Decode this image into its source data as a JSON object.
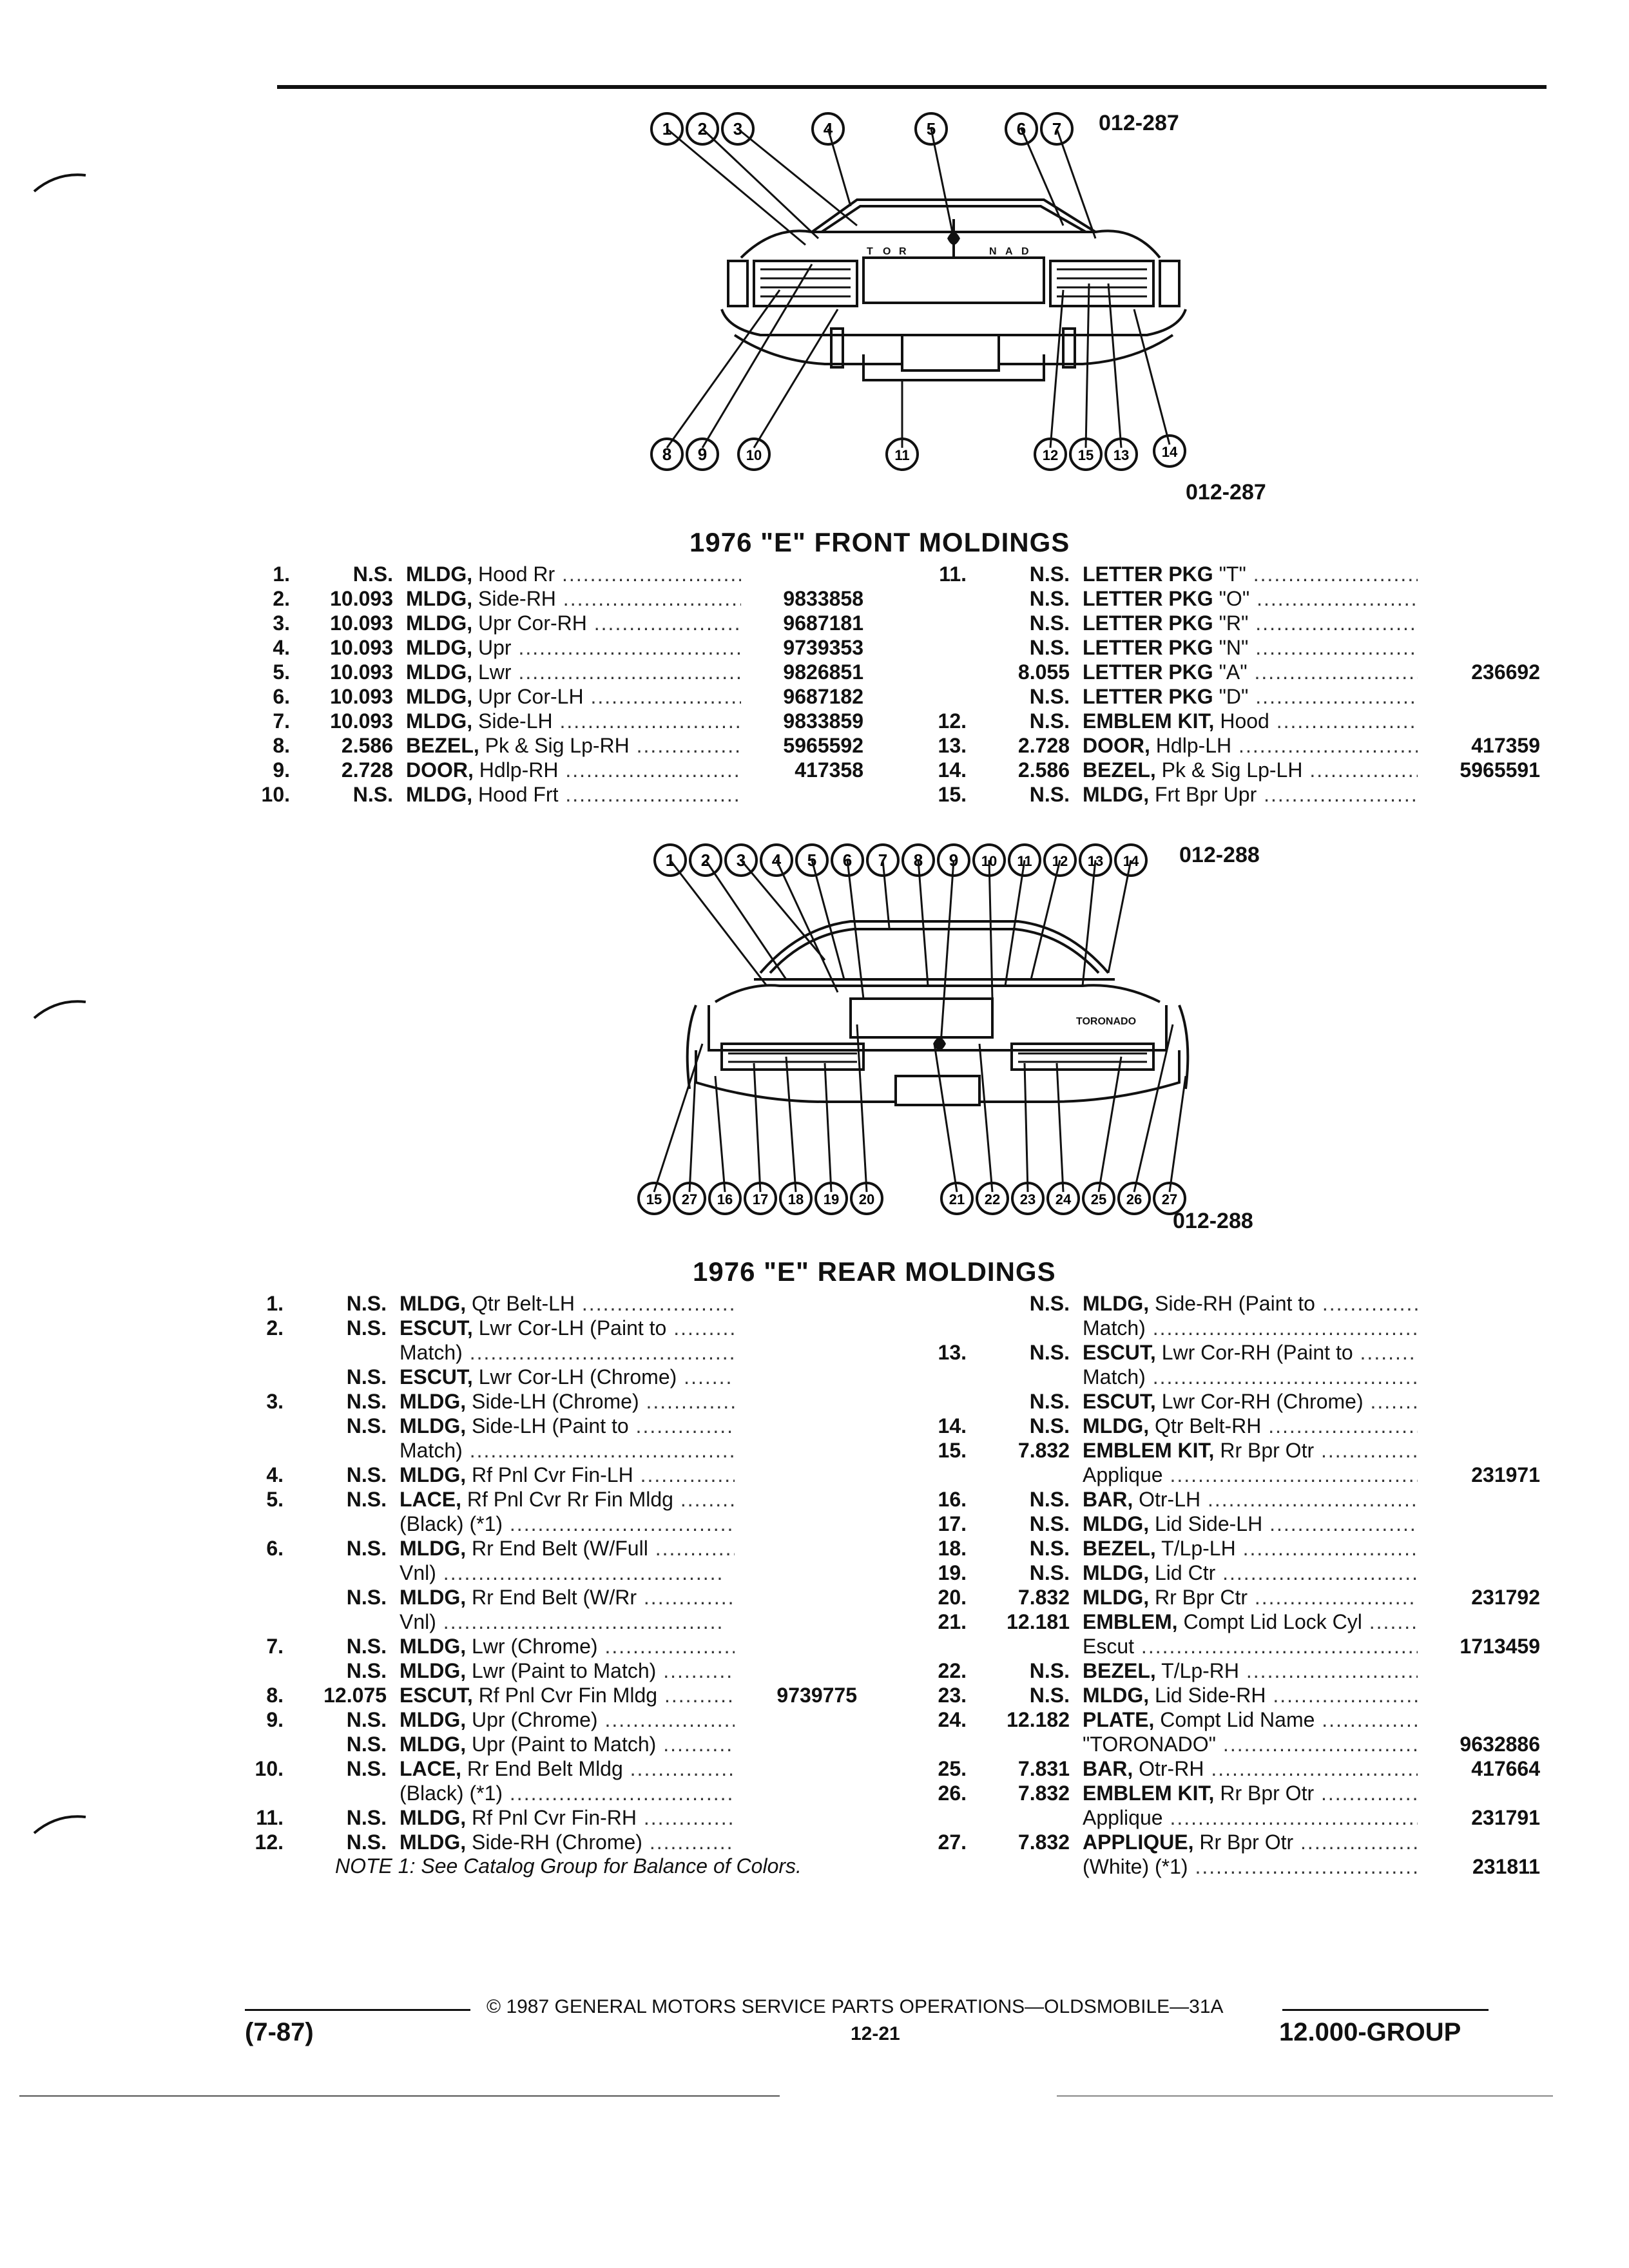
{
  "fig1": {
    "code": "012-287",
    "callouts_top": [
      "1",
      "2",
      "3",
      "4",
      "5",
      "6",
      "7"
    ],
    "callouts_bottom": [
      "8",
      "9",
      "10",
      "11",
      "12",
      "15",
      "13",
      "14"
    ],
    "bottom_code": "012-287"
  },
  "front": {
    "title": "1976 \"E\" FRONT MOLDINGS",
    "left": [
      {
        "num": "1.",
        "grp": "N.S.",
        "name": "MLDG,",
        "rest": "Hood Rr",
        "part": ""
      },
      {
        "num": "2.",
        "grp": "10.093",
        "name": "MLDG,",
        "rest": "Side-RH",
        "part": "9833858"
      },
      {
        "num": "3.",
        "grp": "10.093",
        "name": "MLDG,",
        "rest": "Upr Cor-RH",
        "part": "9687181"
      },
      {
        "num": "4.",
        "grp": "10.093",
        "name": "MLDG,",
        "rest": "Upr",
        "part": "9739353"
      },
      {
        "num": "5.",
        "grp": "10.093",
        "name": "MLDG,",
        "rest": "Lwr",
        "part": "9826851"
      },
      {
        "num": "6.",
        "grp": "10.093",
        "name": "MLDG,",
        "rest": "Upr Cor-LH",
        "part": "9687182"
      },
      {
        "num": "7.",
        "grp": "10.093",
        "name": "MLDG,",
        "rest": "Side-LH",
        "part": "9833859"
      },
      {
        "num": "8.",
        "grp": "2.586",
        "name": "BEZEL,",
        "rest": "Pk & Sig Lp-RH",
        "part": "5965592"
      },
      {
        "num": "9.",
        "grp": "2.728",
        "name": "DOOR,",
        "rest": "Hdlp-RH",
        "part": "417358"
      },
      {
        "num": "10.",
        "grp": "N.S.",
        "name": "MLDG,",
        "rest": "Hood Frt",
        "part": ""
      }
    ],
    "right": [
      {
        "num": "11.",
        "grp": "N.S.",
        "name": "LETTER PKG",
        "rest": "\"T\"",
        "part": ""
      },
      {
        "num": "",
        "grp": "N.S.",
        "name": "LETTER PKG",
        "rest": "\"O\"",
        "part": ""
      },
      {
        "num": "",
        "grp": "N.S.",
        "name": "LETTER PKG",
        "rest": "\"R\"",
        "part": ""
      },
      {
        "num": "",
        "grp": "N.S.",
        "name": "LETTER PKG",
        "rest": "\"N\"",
        "part": ""
      },
      {
        "num": "",
        "grp": "8.055",
        "name": "LETTER PKG",
        "rest": "\"A\"",
        "part": "236692"
      },
      {
        "num": "",
        "grp": "N.S.",
        "name": "LETTER PKG",
        "rest": "\"D\"",
        "part": ""
      },
      {
        "num": "12.",
        "grp": "N.S.",
        "name": "EMBLEM KIT,",
        "rest": "Hood",
        "part": ""
      },
      {
        "num": "13.",
        "grp": "2.728",
        "name": "DOOR,",
        "rest": "Hdlp-LH",
        "part": "417359"
      },
      {
        "num": "14.",
        "grp": "2.586",
        "name": "BEZEL,",
        "rest": "Pk & Sig Lp-LH",
        "part": "5965591"
      },
      {
        "num": "15.",
        "grp": "N.S.",
        "name": "MLDG,",
        "rest": "Frt Bpr Upr",
        "part": ""
      }
    ]
  },
  "fig2": {
    "code": "012-288",
    "callouts_top": [
      "1",
      "2",
      "3",
      "4",
      "5",
      "6",
      "7",
      "8",
      "9",
      "10",
      "11",
      "12",
      "13",
      "14"
    ],
    "callouts_bottom_left": [
      "15",
      "27",
      "16",
      "17",
      "18",
      "19",
      "20"
    ],
    "callouts_bottom_right": [
      "21",
      "22",
      "23",
      "24",
      "25",
      "26",
      "27"
    ],
    "bottom_code": "012-288",
    "badge": "TORONADO"
  },
  "rear": {
    "title": "1976 \"E\" REAR MOLDINGS",
    "left": [
      {
        "num": "1.",
        "grp": "N.S.",
        "name": "MLDG,",
        "rest": "Qtr Belt-LH",
        "part": ""
      },
      {
        "num": "2.",
        "grp": "N.S.",
        "name": "ESCUT,",
        "rest": "Lwr Cor-LH (Paint to",
        "part": ""
      },
      {
        "num": "",
        "grp": "",
        "name": "",
        "rest": "Match)",
        "part": ""
      },
      {
        "num": "",
        "grp": "N.S.",
        "name": "ESCUT,",
        "rest": "Lwr Cor-LH (Chrome)",
        "part": ""
      },
      {
        "num": "3.",
        "grp": "N.S.",
        "name": "MLDG,",
        "rest": "Side-LH (Chrome)",
        "part": ""
      },
      {
        "num": "",
        "grp": "N.S.",
        "name": "MLDG,",
        "rest": "Side-LH (Paint to",
        "part": ""
      },
      {
        "num": "",
        "grp": "",
        "name": "",
        "rest": "Match)",
        "part": ""
      },
      {
        "num": "4.",
        "grp": "N.S.",
        "name": "MLDG,",
        "rest": "Rf Pnl Cvr Fin-LH",
        "part": ""
      },
      {
        "num": "5.",
        "grp": "N.S.",
        "name": "LACE,",
        "rest": "Rf Pnl Cvr Rr Fin Mldg",
        "part": ""
      },
      {
        "num": "",
        "grp": "",
        "name": "",
        "rest": "(Black) (*1)",
        "part": ""
      },
      {
        "num": "6.",
        "grp": "N.S.",
        "name": "MLDG,",
        "rest": "Rr End Belt (W/Full",
        "part": ""
      },
      {
        "num": "",
        "grp": "",
        "name": "",
        "rest": "Vnl)",
        "part": ""
      },
      {
        "num": "",
        "grp": "N.S.",
        "name": "MLDG,",
        "rest": "Rr End Belt (W/Rr",
        "part": ""
      },
      {
        "num": "",
        "grp": "",
        "name": "",
        "rest": "Vnl)",
        "part": ""
      },
      {
        "num": "7.",
        "grp": "N.S.",
        "name": "MLDG,",
        "rest": "Lwr (Chrome)",
        "part": ""
      },
      {
        "num": "",
        "grp": "N.S.",
        "name": "MLDG,",
        "rest": "Lwr (Paint to Match)",
        "part": ""
      },
      {
        "num": "8.",
        "grp": "12.075",
        "name": "ESCUT,",
        "rest": "Rf Pnl Cvr Fin Mldg",
        "part": "9739775"
      },
      {
        "num": "9.",
        "grp": "N.S.",
        "name": "MLDG,",
        "rest": "Upr (Chrome)",
        "part": ""
      },
      {
        "num": "",
        "grp": "N.S.",
        "name": "MLDG,",
        "rest": "Upr (Paint to Match)",
        "part": ""
      },
      {
        "num": "10.",
        "grp": "N.S.",
        "name": "LACE,",
        "rest": "Rr End Belt Mldg",
        "part": ""
      },
      {
        "num": "",
        "grp": "",
        "name": "",
        "rest": "(Black) (*1)",
        "part": ""
      },
      {
        "num": "11.",
        "grp": "N.S.",
        "name": "MLDG,",
        "rest": "Rf Pnl Cvr Fin-RH",
        "part": ""
      },
      {
        "num": "12.",
        "grp": "N.S.",
        "name": "MLDG,",
        "rest": "Side-RH (Chrome)",
        "part": ""
      }
    ],
    "right": [
      {
        "num": "",
        "grp": "N.S.",
        "name": "MLDG,",
        "rest": "Side-RH (Paint to",
        "part": ""
      },
      {
        "num": "",
        "grp": "",
        "name": "",
        "rest": "Match)",
        "part": ""
      },
      {
        "num": "13.",
        "grp": "N.S.",
        "name": "ESCUT,",
        "rest": "Lwr Cor-RH (Paint to",
        "part": ""
      },
      {
        "num": "",
        "grp": "",
        "name": "",
        "rest": "Match)",
        "part": ""
      },
      {
        "num": "",
        "grp": "N.S.",
        "name": "ESCUT,",
        "rest": "Lwr Cor-RH (Chrome)",
        "part": ""
      },
      {
        "num": "14.",
        "grp": "N.S.",
        "name": "MLDG,",
        "rest": "Qtr Belt-RH",
        "part": ""
      },
      {
        "num": "15.",
        "grp": "7.832",
        "name": "EMBLEM KIT,",
        "rest": "Rr Bpr Otr",
        "part": ""
      },
      {
        "num": "",
        "grp": "",
        "name": "",
        "rest": "Applique",
        "part": "231971"
      },
      {
        "num": "16.",
        "grp": "N.S.",
        "name": "BAR,",
        "rest": "Otr-LH",
        "part": ""
      },
      {
        "num": "17.",
        "grp": "N.S.",
        "name": "MLDG,",
        "rest": "Lid Side-LH",
        "part": ""
      },
      {
        "num": "18.",
        "grp": "N.S.",
        "name": "BEZEL,",
        "rest": "T/Lp-LH",
        "part": ""
      },
      {
        "num": "19.",
        "grp": "N.S.",
        "name": "MLDG,",
        "rest": "Lid Ctr",
        "part": ""
      },
      {
        "num": "20.",
        "grp": "7.832",
        "name": "MLDG,",
        "rest": "Rr Bpr Ctr",
        "part": "231792"
      },
      {
        "num": "21.",
        "grp": "12.181",
        "name": "EMBLEM,",
        "rest": "Compt Lid Lock Cyl",
        "part": ""
      },
      {
        "num": "",
        "grp": "",
        "name": "",
        "rest": "Escut",
        "part": "1713459"
      },
      {
        "num": "22.",
        "grp": "N.S.",
        "name": "BEZEL,",
        "rest": "T/Lp-RH",
        "part": ""
      },
      {
        "num": "23.",
        "grp": "N.S.",
        "name": "MLDG,",
        "rest": "Lid Side-RH",
        "part": ""
      },
      {
        "num": "24.",
        "grp": "12.182",
        "name": "PLATE,",
        "rest": "Compt Lid Name",
        "part": ""
      },
      {
        "num": "",
        "grp": "",
        "name": "",
        "rest": "\"TORONADO\"",
        "part": "9632886"
      },
      {
        "num": "25.",
        "grp": "7.831",
        "name": "BAR,",
        "rest": "Otr-RH",
        "part": "417664"
      },
      {
        "num": "26.",
        "grp": "7.832",
        "name": "EMBLEM KIT,",
        "rest": "Rr Bpr Otr",
        "part": ""
      },
      {
        "num": "",
        "grp": "",
        "name": "",
        "rest": "Applique",
        "part": "231791"
      },
      {
        "num": "27.",
        "grp": "7.832",
        "name": "APPLIQUE,",
        "rest": "Rr Bpr Otr",
        "part": ""
      },
      {
        "num": "",
        "grp": "",
        "name": "",
        "rest": "(White) (*1)",
        "part": "231811"
      }
    ],
    "note": "NOTE 1: See Catalog Group for Balance of Colors."
  },
  "footer": {
    "copyright": "© 1987 GENERAL MOTORS SERVICE PARTS OPERATIONS—OLDSMOBILE—31A",
    "date_code": "(7-87)",
    "page": "12-21",
    "group": "12.000-GROUP"
  }
}
